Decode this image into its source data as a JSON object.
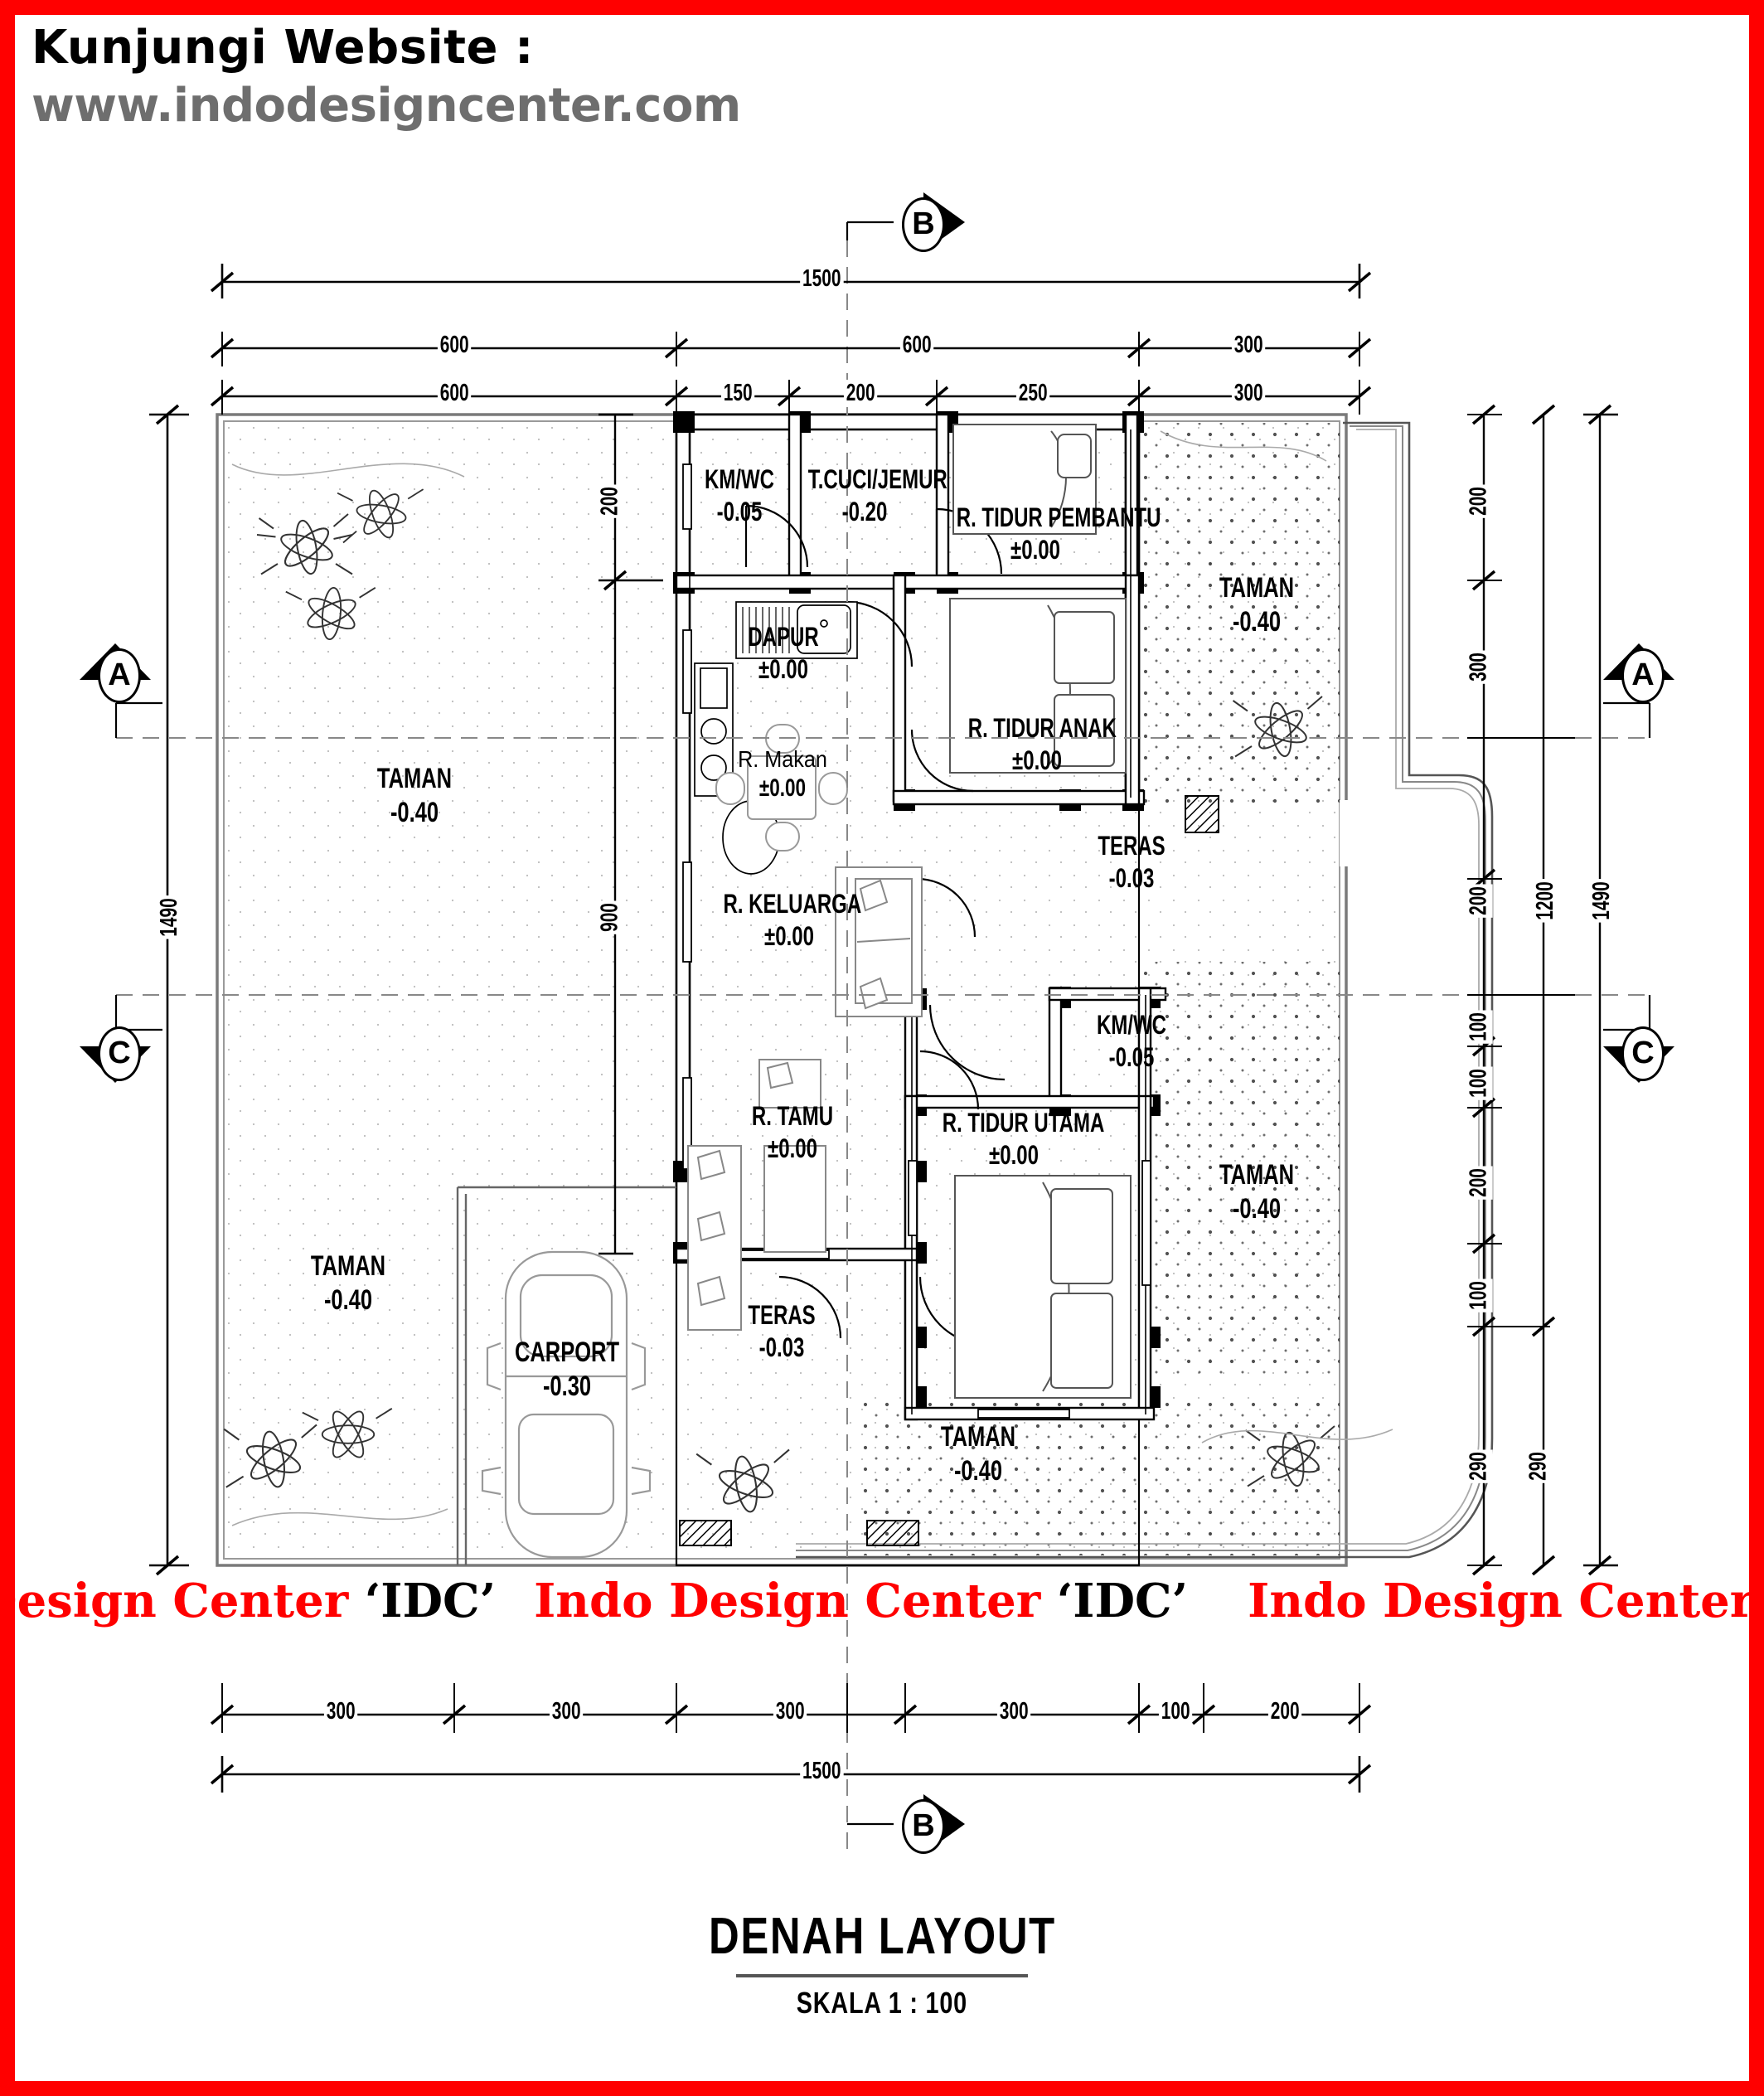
{
  "header": {
    "line1": "Kunjungi Website :",
    "line2": "www.indodesigncenter.com"
  },
  "colors": {
    "frame_red": "#ff0000",
    "watermark_red": "#ff0000",
    "ink": "#000000",
    "header_grey": "#6e6e6e"
  },
  "title_block": {
    "title": "DENAH LAYOUT",
    "scale": "SKALA 1 : 100"
  },
  "watermark": {
    "text_red": "Indo Design Center ",
    "text_black": "‘IDC’",
    "segments": [
      "Design Center ‘IDC’",
      "Indo Design Center ‘IDC’",
      "Indo Design Center ‘IDC’",
      "Indo"
    ]
  },
  "section_markers": {
    "top_b": "B",
    "bottom_b": "B",
    "left_a": "A",
    "left_c": "C",
    "right_a": "A",
    "right_c": "C"
  },
  "dimensions": {
    "top_overall": "1500",
    "top_row2": [
      "600",
      "600",
      "300"
    ],
    "top_row3": [
      "600",
      "150",
      "200",
      "250",
      "300"
    ],
    "bottom_row": [
      "300",
      "300",
      "300",
      "300",
      "100",
      "200"
    ],
    "bottom_overall": "1500",
    "left_overall": "1490",
    "right_col1": [
      "200",
      "300",
      "200",
      "100",
      "100",
      "200",
      "100",
      "290"
    ],
    "right_col2": [
      "200",
      "290"
    ],
    "right_col2_main": "1200",
    "right_col3": "1490",
    "interior_vertical": [
      "200",
      "900"
    ]
  },
  "rooms": [
    {
      "name": "KM/WC",
      "elev": "-0.05"
    },
    {
      "name": "T.CUCI/JEMUR",
      "elev": "-0.20"
    },
    {
      "name": "R. TIDUR PEMBANTU",
      "elev": "±0.00"
    },
    {
      "name": "DAPUR",
      "elev": "±0.00"
    },
    {
      "name": "R. Makan",
      "elev": "±0.00"
    },
    {
      "name": "R. TIDUR ANAK",
      "elev": "±0.00"
    },
    {
      "name": "R. KELUARGA",
      "elev": "±0.00"
    },
    {
      "name": "TERAS",
      "elev": "-0.03"
    },
    {
      "name": "KM/WC",
      "elev": "-0.05"
    },
    {
      "name": "R. TAMU",
      "elev": "±0.00"
    },
    {
      "name": "R. TIDUR UTAMA",
      "elev": "±0.00"
    },
    {
      "name": "TERAS",
      "elev": "-0.03"
    },
    {
      "name": "CARPORT",
      "elev": "-0.30"
    },
    {
      "name": "TAMAN",
      "elev": "-0.40"
    },
    {
      "name": "TAMAN",
      "elev": "-0.40"
    },
    {
      "name": "TAMAN",
      "elev": "-0.40"
    },
    {
      "name": "TAMAN",
      "elev": "-0.40"
    },
    {
      "name": "TAMAN",
      "elev": "-0.40"
    }
  ],
  "labels": {
    "km_wc_top": {
      "name": "KM/WC",
      "elev": "-0.05"
    },
    "tcuci": {
      "name": "T.CUCI/JEMUR",
      "elev": "-0.20"
    },
    "tidur_pembantu": {
      "name": "R. TIDUR PEMBANTU",
      "elev": "±0.00"
    },
    "dapur": {
      "name": "DAPUR",
      "elev": "±0.00"
    },
    "makan": {
      "name": "R. Makan",
      "elev": "±0.00"
    },
    "tidur_anak": {
      "name": "R. TIDUR ANAK",
      "elev": "±0.00"
    },
    "keluarga": {
      "name": "R. KELUARGA",
      "elev": "±0.00"
    },
    "teras_mid": {
      "name": "TERAS",
      "elev": "-0.03"
    },
    "km_wc_mid": {
      "name": "KM/WC",
      "elev": "-0.05"
    },
    "tamu": {
      "name": "R. TAMU",
      "elev": "±0.00"
    },
    "tidur_utama": {
      "name": "R. TIDUR UTAMA",
      "elev": "±0.00"
    },
    "teras_bot": {
      "name": "TERAS",
      "elev": "-0.03"
    },
    "carport": {
      "name": "CARPORT",
      "elev": "-0.30"
    },
    "taman_left_mid": {
      "name": "TAMAN",
      "elev": "-0.40"
    },
    "taman_left_bot": {
      "name": "TAMAN",
      "elev": "-0.40"
    },
    "taman_right_top": {
      "name": "TAMAN",
      "elev": "-0.40"
    },
    "taman_right_mid": {
      "name": "TAMAN",
      "elev": "-0.40"
    },
    "taman_bottom": {
      "name": "TAMAN",
      "elev": "-0.40"
    }
  }
}
